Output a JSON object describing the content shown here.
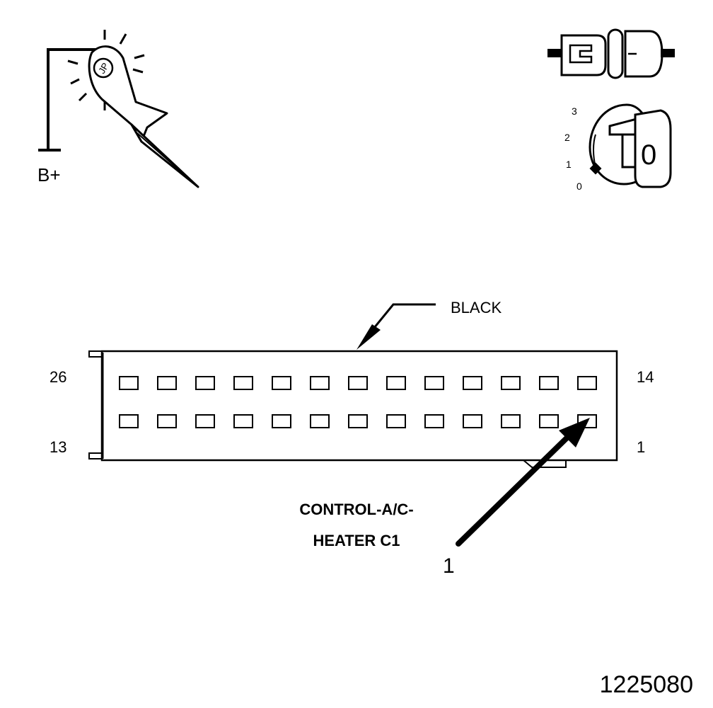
{
  "probe": {
    "supply_label": "B+",
    "icon": "test-lamp-probe-icon"
  },
  "ignition": {
    "connector_icon": "disconnected-connector-icon",
    "switch_icon": "ignition-key-icon",
    "key_face": "0",
    "positions": [
      "3",
      "2",
      "1",
      "0"
    ]
  },
  "connector": {
    "color_label": "BLACK",
    "name_line1": "CONTROL-A/C-",
    "name_line2": "HEATER C1",
    "pin_top_left": "26",
    "pin_bottom_left": "13",
    "pin_top_right": "14",
    "pin_bottom_right": "1",
    "rows": 2,
    "cavities_per_row": 13
  },
  "callout": {
    "number": "1"
  },
  "figure_id": "1225080"
}
